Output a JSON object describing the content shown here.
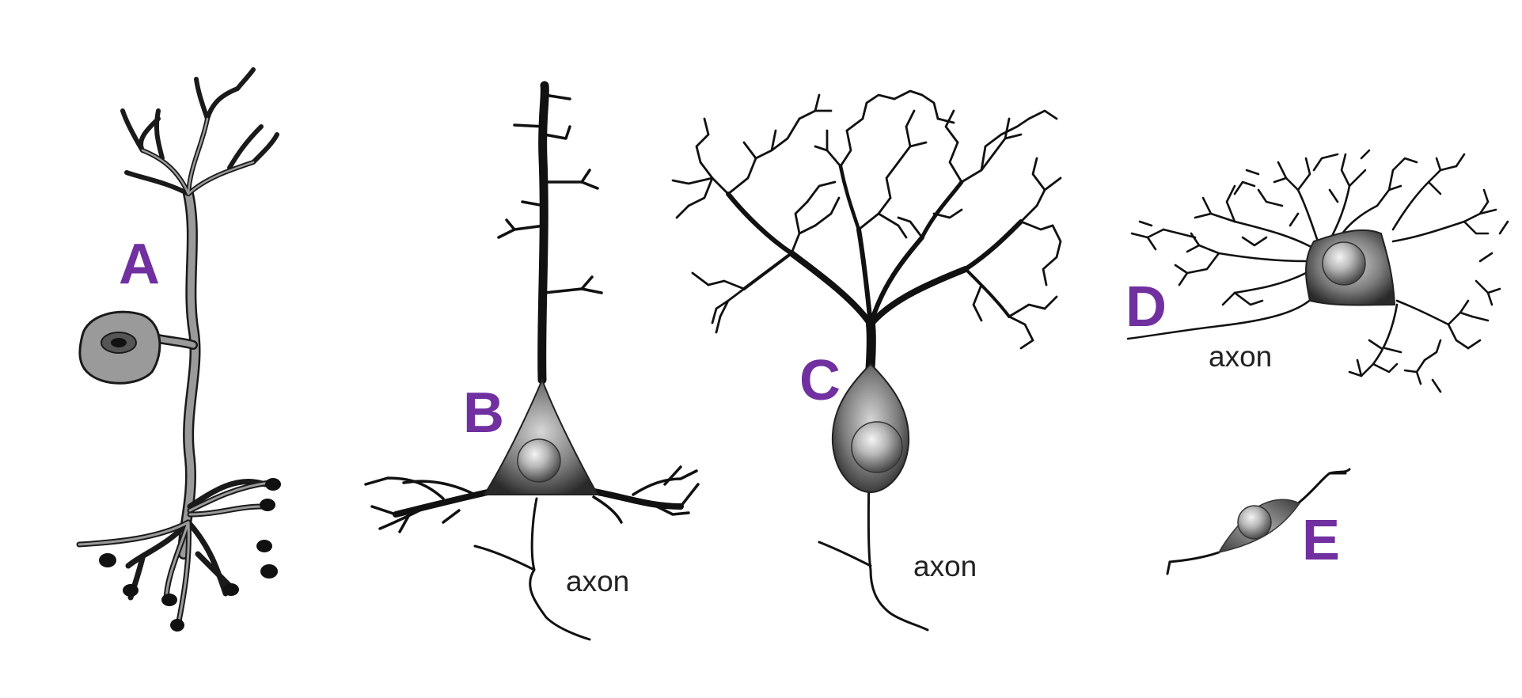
{
  "colors": {
    "label": "#7030a0",
    "ink": "#111111",
    "soma_gray": "#7f7f7f",
    "cell_a_fill": "#9a9a9a"
  },
  "cells": [
    {
      "id": "A",
      "label": "A"
    },
    {
      "id": "B",
      "label": "B",
      "axon_label": "axon"
    },
    {
      "id": "C",
      "label": "C",
      "axon_label": "axon"
    },
    {
      "id": "D",
      "label": "D",
      "axon_label": "axon"
    },
    {
      "id": "E",
      "label": "E"
    }
  ]
}
